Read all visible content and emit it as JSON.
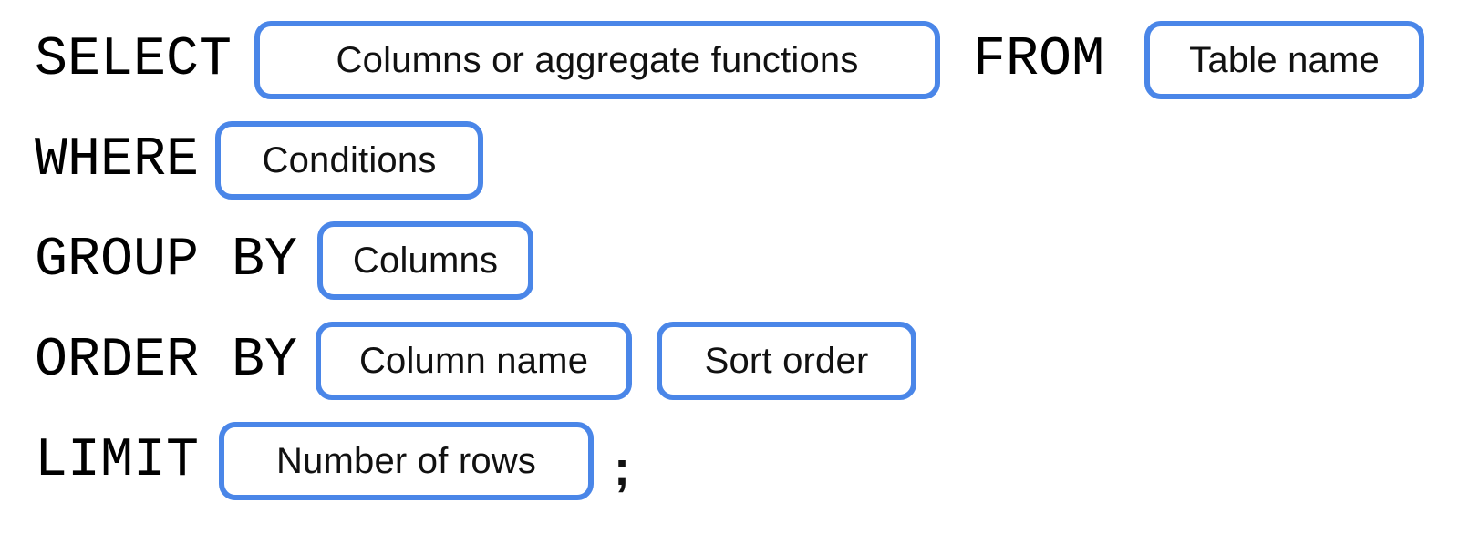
{
  "colors": {
    "accent_blue": "#4a86e8",
    "keyword_text": "#000000",
    "label_text": "#111111",
    "background": "#ffffff"
  },
  "sql": {
    "line1": {
      "keyword1": "SELECT",
      "box1": "Columns or aggregate functions",
      "keyword2": "FROM",
      "box2": "Table name"
    },
    "line2": {
      "keyword": "WHERE",
      "box": "Conditions"
    },
    "line3": {
      "keyword": "GROUP BY",
      "box": "Columns"
    },
    "line4": {
      "keyword": "ORDER BY",
      "box1": "Column name",
      "box2": "Sort order"
    },
    "line5": {
      "keyword": "LIMIT",
      "box": "Number of rows",
      "terminator": ";"
    }
  }
}
